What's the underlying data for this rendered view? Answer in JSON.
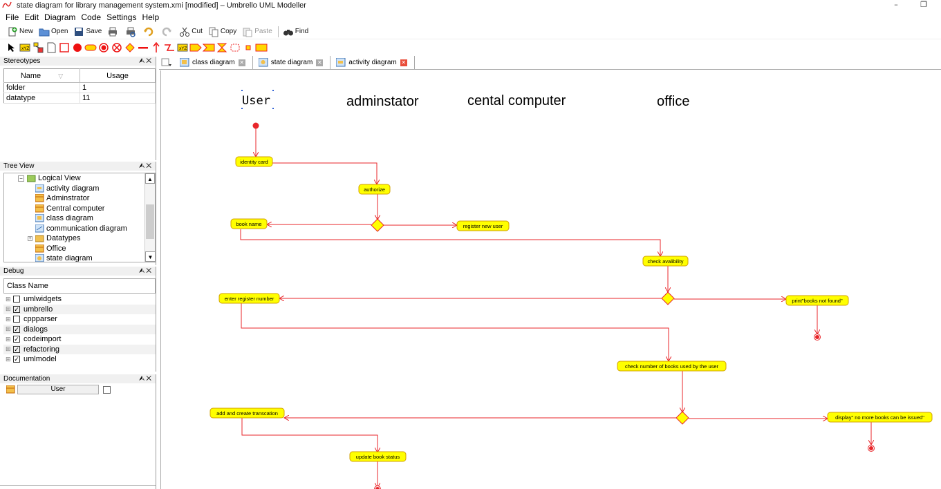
{
  "window": {
    "title": "state diagram for library management system.xmi [modified] – Umbrello UML Modeller",
    "minimize": "–",
    "restore": "❐"
  },
  "menu": [
    "File",
    "Edit",
    "Diagram",
    "Code",
    "Settings",
    "Help"
  ],
  "toolbar": {
    "new": "New",
    "open": "Open",
    "save": "Save",
    "cut": "Cut",
    "copy": "Copy",
    "paste": "Paste",
    "find": "Find"
  },
  "stereotypes": {
    "title": "Stereotypes",
    "columns": [
      "Name",
      "Usage"
    ],
    "rows": [
      {
        "name": "folder",
        "usage": "1"
      },
      {
        "name": "datatype",
        "usage": "11"
      }
    ]
  },
  "treeview": {
    "title": "Tree View",
    "root": "Logical View",
    "items": [
      "activity diagram",
      "Adminstrator",
      "Central computer",
      "class diagram",
      "communication diagram",
      "Datatypes",
      "Office",
      "state diagram"
    ]
  },
  "debug": {
    "title": "Debug",
    "column": "Class Name",
    "items": [
      {
        "name": "umlwidgets",
        "checked": false
      },
      {
        "name": "umbrello",
        "checked": true
      },
      {
        "name": "cppparser",
        "checked": false
      },
      {
        "name": "dialogs",
        "checked": true
      },
      {
        "name": "codeimport",
        "checked": true
      },
      {
        "name": "refactoring",
        "checked": true
      },
      {
        "name": "umlmodel",
        "checked": true
      }
    ]
  },
  "documentation": {
    "title": "Documentation",
    "name_value": "User"
  },
  "tabs": [
    {
      "label": "class diagram",
      "active": false
    },
    {
      "label": "state diagram",
      "active": false
    },
    {
      "label": "activity diagram",
      "active": true
    }
  ],
  "diagram": {
    "swimlanes": [
      "User",
      "adminstator",
      "cental computer",
      "office"
    ],
    "activities": {
      "identity_card": "identity card",
      "authorize": "authorize",
      "book_name": "book name",
      "register_new_user": "register new user",
      "check_availability": "check avalibility",
      "enter_register_number": "enter register number",
      "books_not_found": "print\"books not found\"",
      "check_number_books": "check number of books used by the user",
      "add_create_transaction": "add and create transcation",
      "no_more_books": "display\" no more books can be issued\"",
      "update_book_status": "update book status"
    },
    "colors": {
      "line": "#e8262a",
      "activity_fill": "#ffff00",
      "activity_border": "#d2a000"
    }
  }
}
